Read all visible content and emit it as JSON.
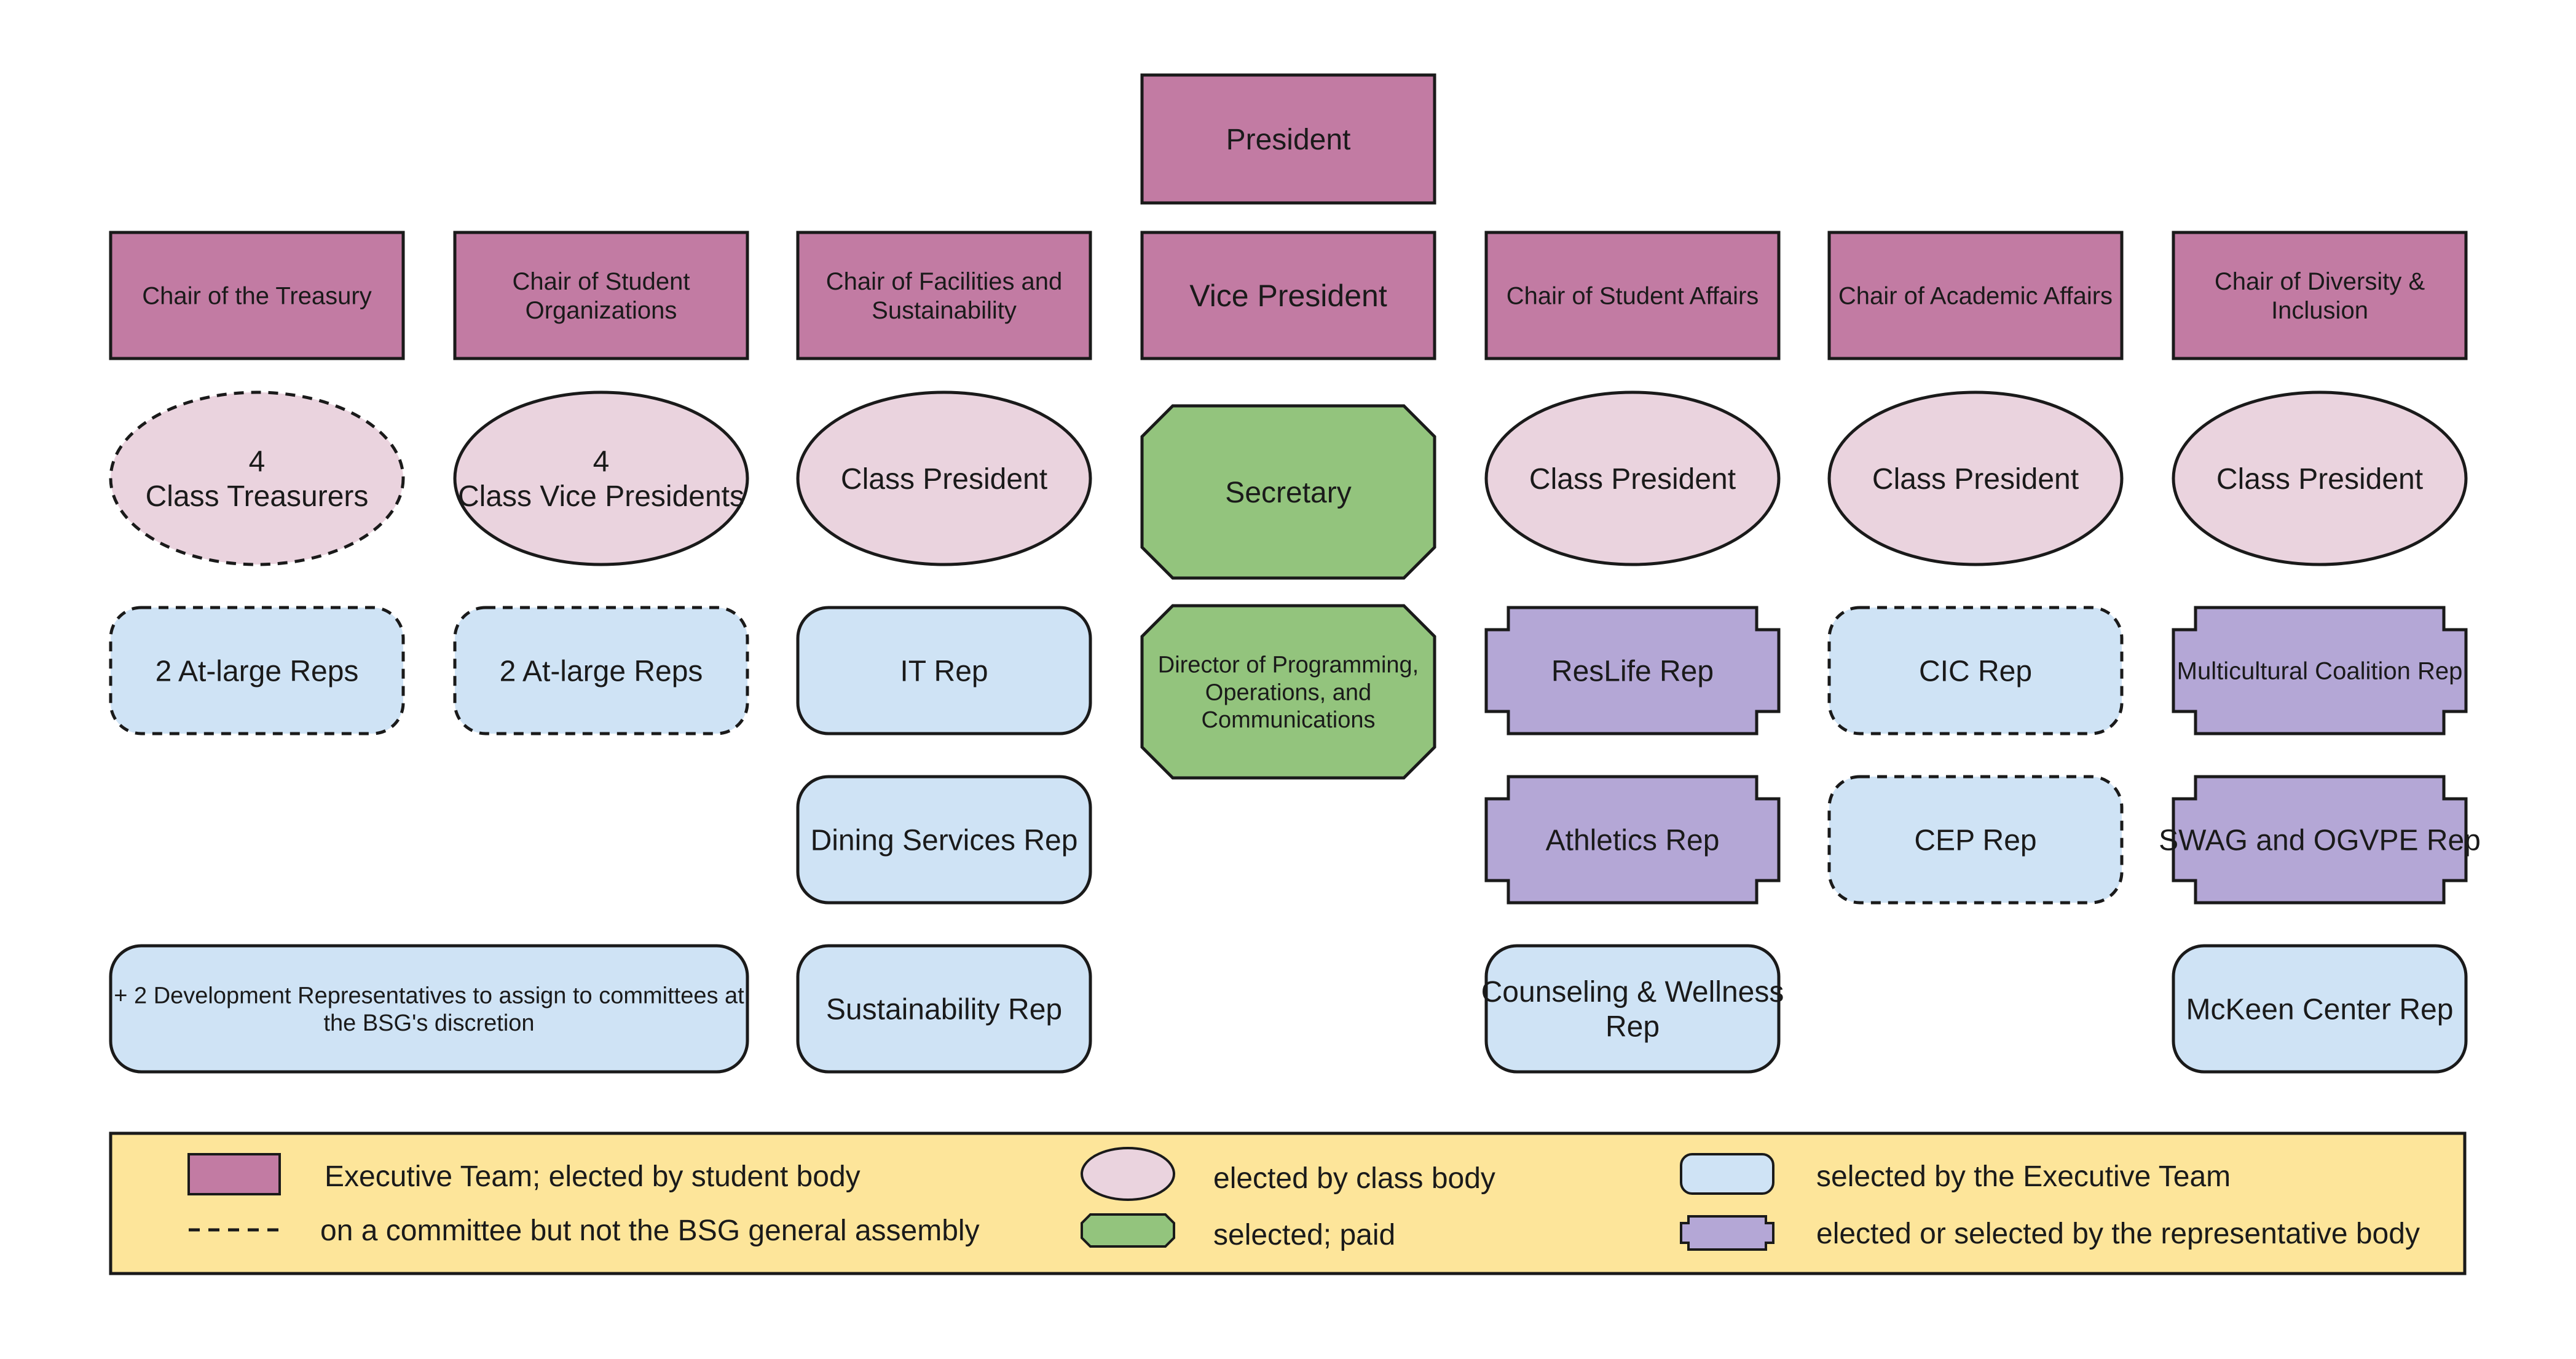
{
  "colors": {
    "executive": "#c27ba3",
    "class_elected": "#ead3de",
    "executive_selected": "#cfe3f5",
    "selected_paid": "#93c47d",
    "rep_body": "#b4a7d6",
    "legend_bg": "#fde59a",
    "stroke": "#1a1a1a"
  },
  "top": {
    "president": "President"
  },
  "columns": [
    {
      "chair": "Chair of the Treasury",
      "items": [
        {
          "shape": "ellipse",
          "dashed": true,
          "lines": [
            "4",
            "Class Treasurers"
          ]
        },
        {
          "shape": "rounded",
          "dashed": true,
          "lines": [
            "2 At-large Reps"
          ]
        }
      ]
    },
    {
      "chair": "Chair of Student Organizations",
      "items": [
        {
          "shape": "ellipse",
          "dashed": false,
          "lines": [
            "4",
            "Class Vice Presidents"
          ]
        },
        {
          "shape": "rounded",
          "dashed": true,
          "lines": [
            "2 At-large Reps"
          ]
        }
      ]
    },
    {
      "chair": "Chair of Facilities and Sustainability",
      "items": [
        {
          "shape": "ellipse",
          "dashed": false,
          "lines": [
            "Class President"
          ]
        },
        {
          "shape": "rounded",
          "dashed": false,
          "lines": [
            "IT Rep"
          ]
        },
        {
          "shape": "rounded",
          "dashed": false,
          "lines": [
            "Dining Services Rep"
          ]
        },
        {
          "shape": "rounded",
          "dashed": false,
          "lines": [
            "Sustainability Rep"
          ]
        }
      ]
    },
    {
      "chair": "Vice President",
      "items": [
        {
          "shape": "octagon",
          "dashed": false,
          "lines": [
            "Secretary"
          ]
        },
        {
          "shape": "octagon",
          "dashed": false,
          "lines": [
            "Director of Programming,",
            "Operations, and",
            "Communications"
          ]
        }
      ]
    },
    {
      "chair": "Chair of Student Affairs",
      "items": [
        {
          "shape": "ellipse",
          "dashed": false,
          "lines": [
            "Class President"
          ]
        },
        {
          "shape": "notched",
          "dashed": false,
          "lines": [
            "ResLife Rep"
          ]
        },
        {
          "shape": "notched",
          "dashed": false,
          "lines": [
            "Athletics Rep"
          ]
        },
        {
          "shape": "rounded",
          "dashed": false,
          "lines": [
            "Counseling & Wellness",
            "Rep"
          ]
        }
      ]
    },
    {
      "chair": "Chair of Academic Affairs",
      "items": [
        {
          "shape": "ellipse",
          "dashed": false,
          "lines": [
            "Class President"
          ]
        },
        {
          "shape": "rounded",
          "dashed": true,
          "lines": [
            "CIC Rep"
          ]
        },
        {
          "shape": "rounded",
          "dashed": true,
          "lines": [
            "CEP Rep"
          ]
        }
      ]
    },
    {
      "chair": "Chair of Diversity & Inclusion",
      "items": [
        {
          "shape": "ellipse",
          "dashed": false,
          "lines": [
            "Class President"
          ]
        },
        {
          "shape": "notched",
          "dashed": false,
          "lines": [
            "Multicultural Coalition Rep"
          ]
        },
        {
          "shape": "notched",
          "dashed": false,
          "lines": [
            "SWAG and OGVPE Rep"
          ]
        },
        {
          "shape": "rounded",
          "dashed": false,
          "lines": [
            "McKeen Center Rep"
          ]
        }
      ]
    }
  ],
  "development_reps": [
    "+ 2 Development Representatives to assign to committees at",
    "the BSG's discretion"
  ],
  "legend": {
    "executive": "Executive Team; elected by student body",
    "dashed": "on a committee but not the BSG general assembly",
    "class_body": "elected by class body",
    "selected_paid": "selected; paid",
    "executive_selected": "selected by the Executive Team",
    "rep_body": "elected or selected by the representative body"
  }
}
